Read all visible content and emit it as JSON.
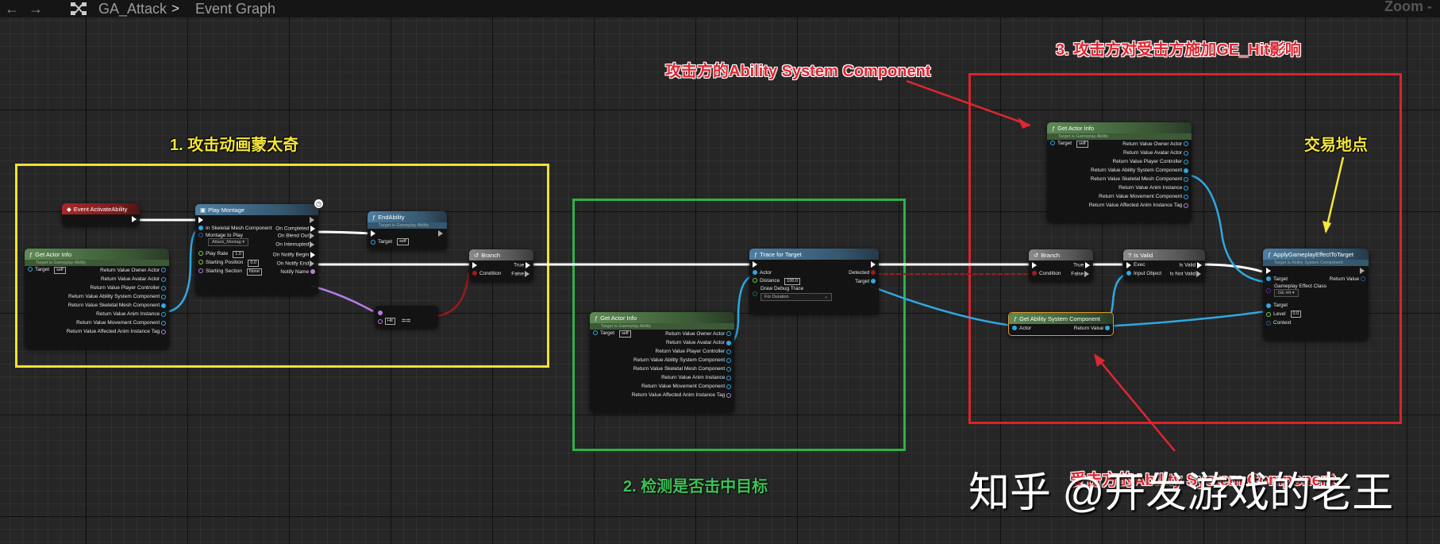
{
  "toolbar": {
    "back_icon": "arrow-left",
    "forward_icon": "arrow-right",
    "graph_icon": "event-graph-icon",
    "breadcrumb": [
      "GA_Attack",
      "Event Graph"
    ],
    "separator": ">",
    "zoom_label": "Zoom -"
  },
  "annotations": {
    "section1": "1. 攻击动画蒙太奇",
    "section2": "2. 检测是否击中目标",
    "section3": "3. 攻击方对受击方施加GE_Hit影响",
    "attacker_asc": "攻击方的Ability System Component",
    "victim_asc": "受击方的Ability System Component",
    "trade_point": "交易地点",
    "watermark": "知乎 @开发游戏的老王",
    "colors": {
      "yellow": "#f5e63a",
      "green": "#3fc256",
      "red": "#e02632"
    }
  },
  "nodes": {
    "event_activate": {
      "title": "Event ActivateAbility"
    },
    "get_actor_info_1": {
      "title": "Get Actor Info",
      "subtitle": "Target is Gameplay Ability",
      "target_label": "Target",
      "target_value": "self",
      "outputs": [
        "Return Value Owner Actor",
        "Return Value Avatar Actor",
        "Return Value Player Controller",
        "Return Value Ability System Component",
        "Return Value Skeletal Mesh Component",
        "Return Value Anim Instance",
        "Return Value Movement Component",
        "Return Value Affected Anim Instance Tag"
      ]
    },
    "play_montage": {
      "title": "Play Montage",
      "inputs": {
        "skel": "In Skeletal Mesh Component",
        "montage": "Montage to Play",
        "montage_value": "Attack_Montag",
        "rate": "Play Rate",
        "rate_value": "1.0",
        "pos": "Starting Position",
        "pos_value": "0.0",
        "section": "Starting Section",
        "section_value": "None"
      },
      "outputs": [
        "On Completed",
        "On Blend Out",
        "On Interrupted",
        "On Notify Begin",
        "On Notify End",
        "Notify Name"
      ]
    },
    "end_ability": {
      "title": "EndAbility",
      "subtitle": "Target is Gameplay Ability",
      "target_label": "Target",
      "target_value": "self"
    },
    "equals": {
      "op": "==",
      "value": "Hit"
    },
    "branch_1": {
      "title": "Branch",
      "condition": "Condition",
      "true": "True",
      "false": "False"
    },
    "get_actor_info_2": {
      "title": "Get Actor Info",
      "subtitle": "Target is Gameplay Ability",
      "target_label": "Target",
      "target_value": "self",
      "outputs": [
        "Return Value Owner Actor",
        "Return Value Avatar Actor",
        "Return Value Player Controller",
        "Return Value Ability System Component",
        "Return Value Skeletal Mesh Component",
        "Return Value Anim Instance",
        "Return Value Movement Component",
        "Return Value Affected Anim Instance Tag"
      ]
    },
    "trace_for_target": {
      "title": "Trace for Target",
      "actor": "Actor",
      "distance": "Distance",
      "distance_value": "100.0",
      "draw_debug": "Draw Debug Trace",
      "draw_debug_value": "For Duration",
      "detected": "Detected",
      "target": "Target"
    },
    "get_actor_info_3": {
      "title": "Get Actor Info",
      "subtitle": "Target is Gameplay Ability",
      "target_label": "Target",
      "target_value": "self",
      "outputs": [
        "Return Value Owner Actor",
        "Return Value Avatar Actor",
        "Return Value Player Controller",
        "Return Value Ability System Component",
        "Return Value Skeletal Mesh Component",
        "Return Value Anim Instance",
        "Return Value Movement Component",
        "Return Value Affected Anim Instance Tag"
      ]
    },
    "branch_2": {
      "title": "Branch",
      "condition": "Condition",
      "true": "True",
      "false": "False"
    },
    "is_valid": {
      "title": "Is Valid",
      "exec": "Exec",
      "input": "Input Object",
      "valid": "Is Valid",
      "not_valid": "Is Not Valid"
    },
    "get_asc": {
      "title": "Get Ability System Component",
      "actor": "Actor",
      "ret": "Return Value"
    },
    "apply_ge": {
      "title": "ApplyGameplayEffectToTarget",
      "subtitle": "Target is Ability System Component",
      "target": "Target",
      "ret": "Return Value",
      "ge_class": "Gameplay Effect Class",
      "ge_value": "GE Hit",
      "target2": "Target",
      "level": "Level",
      "level_value": "0.0",
      "context": "Context"
    }
  }
}
